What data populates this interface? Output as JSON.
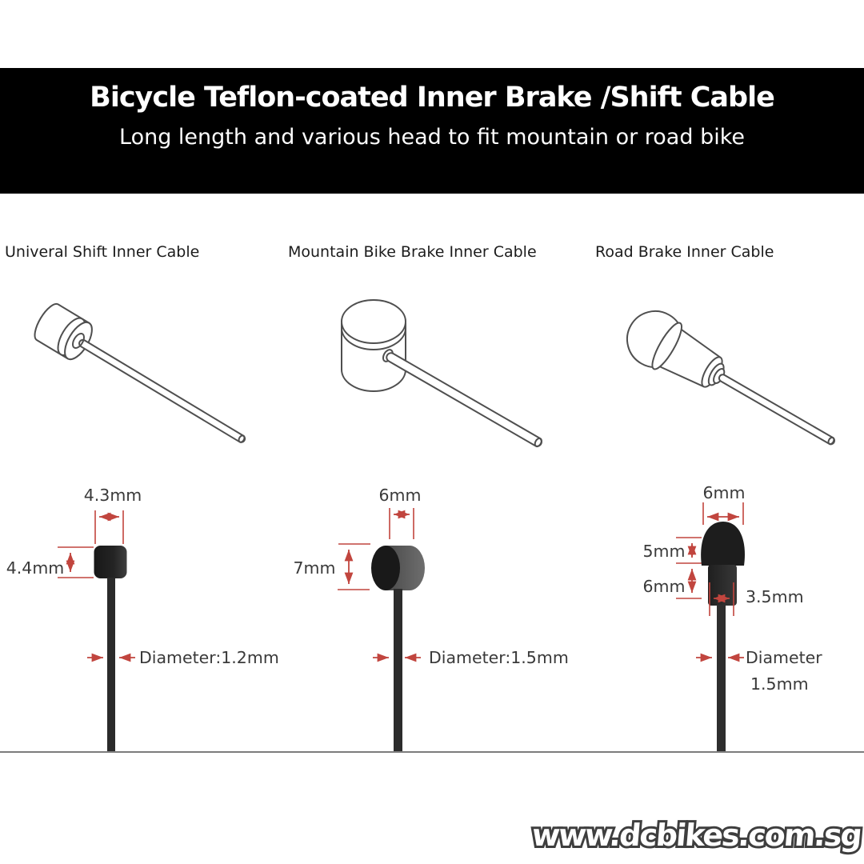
{
  "banner": {
    "title": "Bicycle Teflon-coated Inner Brake /Shift Cable",
    "subtitle": "Long length and various head to fit mountain or road bike"
  },
  "columns": [
    {
      "label": "Univeral Shift Inner Cable",
      "head_width": "4.3mm",
      "head_height": "4.4mm",
      "cable_diameter": "Diameter:1.2mm"
    },
    {
      "label": "Mountain Bike Brake Inner Cable",
      "head_width": "6mm",
      "head_height": "7mm",
      "cable_diameter": "Diameter:1.5mm"
    },
    {
      "label": "Road Brake Inner Cable",
      "head_width": "6mm",
      "dome_height": "5mm",
      "neck_height": "6mm",
      "neck_width": "3.5mm",
      "cable_diameter_line1": "Diameter",
      "cable_diameter_line2": "1.5mm"
    }
  ],
  "watermark": "www.dcbikes.com.sg",
  "colors": {
    "banner_bg": "#000000",
    "banner_text": "#ffffff",
    "dimension_red": "#c1453e",
    "dimension_text": "#3a3a3a",
    "line_art_stroke": "#4f4f4f",
    "watermark_fill": "#ffffff",
    "watermark_outline": "#3e3e3e",
    "divider_gray": "#7d7d7d"
  }
}
